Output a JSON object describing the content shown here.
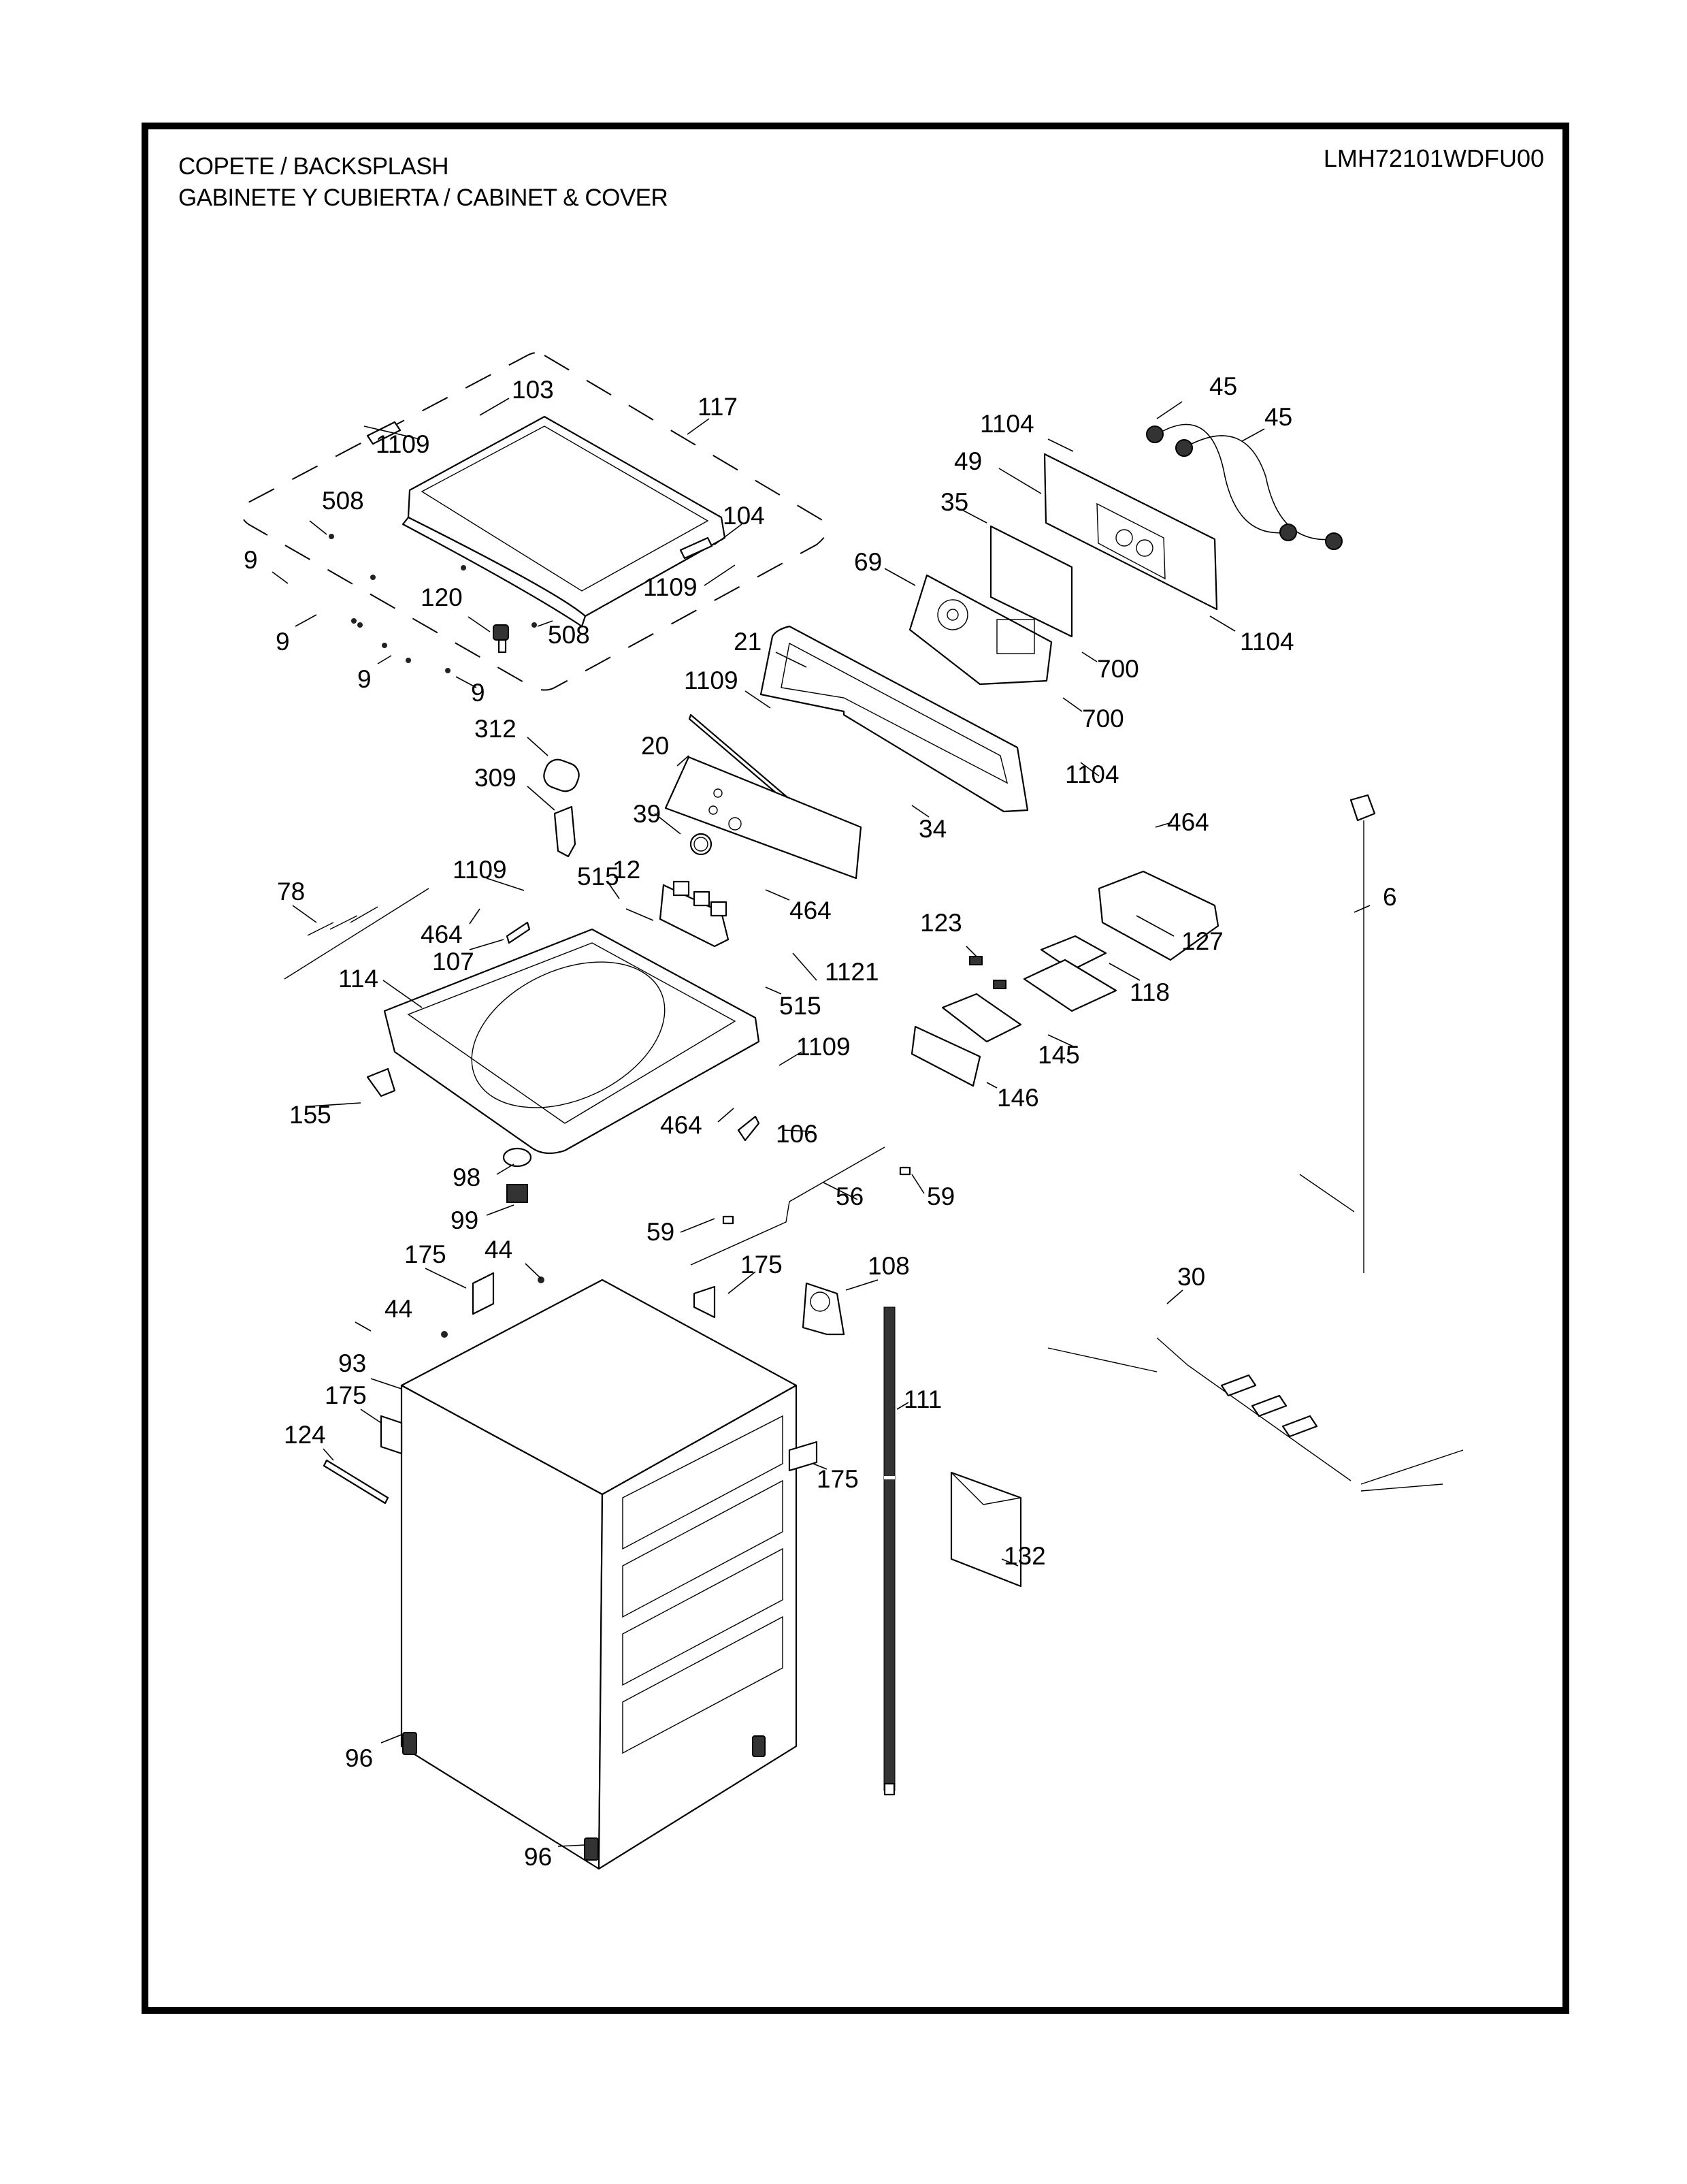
{
  "header": {
    "title_line1": "COPETE / BACKSPLASH",
    "title_line2": "GABINETE Y CUBIERTA / CABINET & COVER",
    "model_number": "LMH72101WDFU00"
  },
  "diagram": {
    "type": "exploded-parts-view",
    "assembly_group_label": "117",
    "callouts": [
      {
        "id": "c103",
        "label": "103",
        "part": "lid-hinge-left"
      },
      {
        "id": "c117",
        "label": "117",
        "part": "lid-assembly"
      },
      {
        "id": "c1109a",
        "label": "1109",
        "part": "screw"
      },
      {
        "id": "c508a",
        "label": "508",
        "part": "lid-bumper"
      },
      {
        "id": "c104",
        "label": "104",
        "part": "lid-hinge-right"
      },
      {
        "id": "c1109b",
        "label": "1109",
        "part": "screw"
      },
      {
        "id": "c9a",
        "label": "9",
        "part": "cabinet-bumper"
      },
      {
        "id": "c120",
        "label": "120",
        "part": "lid-lock"
      },
      {
        "id": "c508b",
        "label": "508",
        "part": "lid-bumper"
      },
      {
        "id": "c9b",
        "label": "9",
        "part": "cabinet-bumper"
      },
      {
        "id": "c9c",
        "label": "9",
        "part": "cabinet-bumper"
      },
      {
        "id": "c9d",
        "label": "9",
        "part": "cabinet-bumper"
      },
      {
        "id": "c45a",
        "label": "45",
        "part": "inlet-hose"
      },
      {
        "id": "c45b",
        "label": "45",
        "part": "inlet-hose"
      },
      {
        "id": "c1104a",
        "label": "1104",
        "part": "screw"
      },
      {
        "id": "c49",
        "label": "49",
        "part": "rear-panel"
      },
      {
        "id": "c35",
        "label": "35",
        "part": "label-sheet"
      },
      {
        "id": "c69",
        "label": "69",
        "part": "control-board"
      },
      {
        "id": "c1104b",
        "label": "1104",
        "part": "screw"
      },
      {
        "id": "c700a",
        "label": "700",
        "part": "screw"
      },
      {
        "id": "c700b",
        "label": "700",
        "part": "screw"
      },
      {
        "id": "c21",
        "label": "21",
        "part": "backsplash-housing"
      },
      {
        "id": "c1109c",
        "label": "1109",
        "part": "screw"
      },
      {
        "id": "c1104c",
        "label": "1104",
        "part": "screw"
      },
      {
        "id": "c20",
        "label": "20",
        "part": "control-panel-overlay"
      },
      {
        "id": "c34",
        "label": "34",
        "part": "trim-strip"
      },
      {
        "id": "c312",
        "label": "312",
        "part": "capacitor"
      },
      {
        "id": "c309",
        "label": "309",
        "part": "capacitor-bracket"
      },
      {
        "id": "c39",
        "label": "39",
        "part": "knob"
      },
      {
        "id": "c12",
        "label": "12",
        "part": "water-inlet-valve"
      },
      {
        "id": "c1109d",
        "label": "1109",
        "part": "screw"
      },
      {
        "id": "c515a",
        "label": "515",
        "part": "screw"
      },
      {
        "id": "c464a",
        "label": "464",
        "part": "screw"
      },
      {
        "id": "c78",
        "label": "78",
        "part": "wire-harness"
      },
      {
        "id": "c464b",
        "label": "464",
        "part": "screw"
      },
      {
        "id": "c107",
        "label": "107",
        "part": "switch"
      },
      {
        "id": "c1121",
        "label": "1121",
        "part": "screw"
      },
      {
        "id": "c114",
        "label": "114",
        "part": "top-cover"
      },
      {
        "id": "c515b",
        "label": "515",
        "part": "screw"
      },
      {
        "id": "c1109e",
        "label": "1109",
        "part": "screw"
      },
      {
        "id": "c464c",
        "label": "464",
        "part": "screw"
      },
      {
        "id": "c127",
        "label": "127",
        "part": "dispenser-housing"
      },
      {
        "id": "c123",
        "label": "123",
        "part": "dispenser-cap"
      },
      {
        "id": "c118",
        "label": "118",
        "part": "dispenser-tray"
      },
      {
        "id": "c145",
        "label": "145",
        "part": "dispenser-drawer"
      },
      {
        "id": "c146",
        "label": "146",
        "part": "drawer-handle"
      },
      {
        "id": "c6",
        "label": "6",
        "part": "power-cord"
      },
      {
        "id": "c155",
        "label": "155",
        "part": "lid-handle"
      },
      {
        "id": "c464d",
        "label": "464",
        "part": "screw"
      },
      {
        "id": "c106",
        "label": "106",
        "part": "lid-switch"
      },
      {
        "id": "c98",
        "label": "98",
        "part": "cover"
      },
      {
        "id": "c99",
        "label": "99",
        "part": "connector-box"
      },
      {
        "id": "c56",
        "label": "56",
        "part": "wire-harness"
      },
      {
        "id": "c59a",
        "label": "59",
        "part": "clip"
      },
      {
        "id": "c59b",
        "label": "59",
        "part": "clip"
      },
      {
        "id": "c175a",
        "label": "175",
        "part": "label"
      },
      {
        "id": "c44a",
        "label": "44",
        "part": "clip"
      },
      {
        "id": "c175b",
        "label": "175",
        "part": "label"
      },
      {
        "id": "c108",
        "label": "108",
        "part": "pump-cover"
      },
      {
        "id": "c44b",
        "label": "44",
        "part": "clip"
      },
      {
        "id": "c30",
        "label": "30",
        "part": "main-harness"
      },
      {
        "id": "c93",
        "label": "93",
        "part": "cabinet"
      },
      {
        "id": "c175c",
        "label": "175",
        "part": "label"
      },
      {
        "id": "c111",
        "label": "111",
        "part": "drain-hose"
      },
      {
        "id": "c124",
        "label": "124",
        "part": "brace"
      },
      {
        "id": "c175d",
        "label": "175",
        "part": "label"
      },
      {
        "id": "c132",
        "label": "132",
        "part": "manual"
      },
      {
        "id": "c96a",
        "label": "96",
        "part": "leveling-leg"
      },
      {
        "id": "c96b",
        "label": "96",
        "part": "leveling-leg"
      }
    ]
  }
}
